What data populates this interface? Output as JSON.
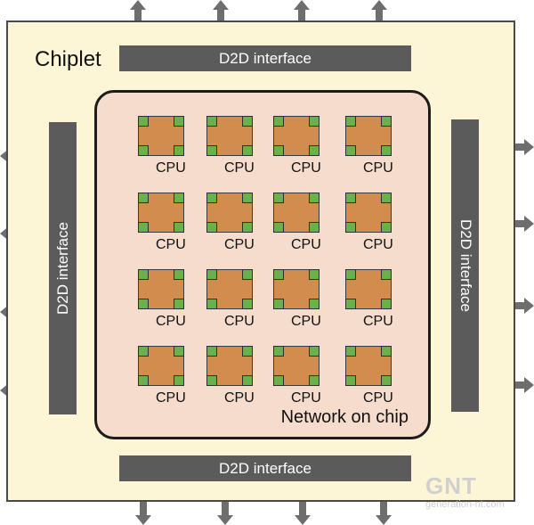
{
  "chiplet": {
    "label": "Chiplet"
  },
  "interfaces": {
    "top": "D2D interface",
    "bottom": "D2D interface",
    "left": "D2D interface",
    "right": "D2D interface"
  },
  "noc": {
    "label": "Network on chip"
  },
  "cpus": [
    "CPU",
    "CPU",
    "CPU",
    "CPU",
    "CPU",
    "CPU",
    "CPU",
    "CPU",
    "CPU",
    "CPU",
    "CPU",
    "CPU",
    "CPU",
    "CPU",
    "CPU",
    "CPU"
  ],
  "watermark": {
    "logo": "GNT",
    "site": "generation-nt.com"
  },
  "colors": {
    "chip_fill": "#fdf6d6",
    "noc_fill": "#f6dccd",
    "interface": "#5b5b5b",
    "cpu_core": "#d18c4e",
    "cpu_pad": "#6ab04c",
    "arrow": "#6e6e6e"
  }
}
